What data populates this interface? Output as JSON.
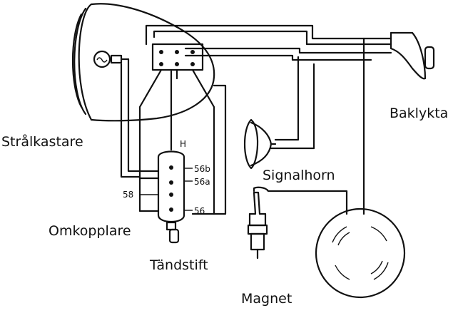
{
  "labels": {
    "headlamp": "Strålkastare",
    "tail_lamp": "Baklykta",
    "horn": "Signalhorn",
    "switch": "Omkopplare",
    "spark_plug": "Tändstift",
    "magneto": "Magnet"
  },
  "terminals": {
    "h": "H",
    "t56b": "56b",
    "t56a": "56a",
    "t58": "58",
    "t56": "56"
  }
}
